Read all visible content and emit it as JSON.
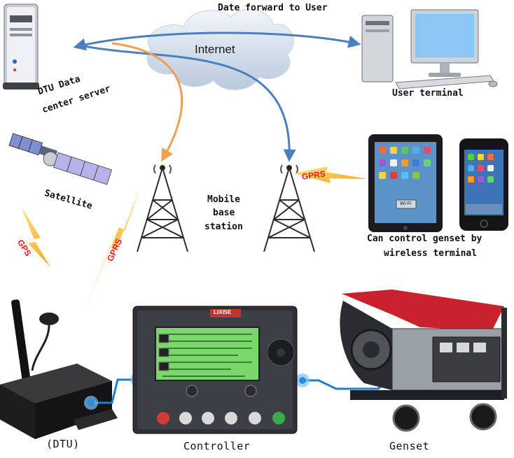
{
  "labels": {
    "date_forward": "Date forward to User",
    "internet": "Internet",
    "server_line1": "DTU Data",
    "server_line2": "center server",
    "user_terminal": "User terminal",
    "satellite": "Satellite",
    "mobile_line1": "Mobile",
    "mobile_line2": "base",
    "mobile_line3": "station",
    "wireless_line1": "Can control genset by",
    "wireless_line2": "wireless terminal",
    "dtu": "(DTU)",
    "controller": "Controller",
    "genset": "Genset",
    "gps": "GPS",
    "gprs_left": "GPRS",
    "gprs_right": "GPRS",
    "controller_brand": "LIXISE",
    "tablet_wifi": "Wi-Fi"
  },
  "colors": {
    "blue_link": "#4a7fc1",
    "orange_link": "#f0a050",
    "signal_yellow": "#f5b027",
    "tag_red": "#e0221b",
    "cable_blue": "#1e7fd0",
    "lcd_green": "#79d86a",
    "genset_red": "#c8232c"
  },
  "icons": [
    "server-icon",
    "cloud-icon",
    "user-terminal-icon",
    "satellite-icon",
    "tower-icon",
    "tablet-icon",
    "phone-icon",
    "dtu-device-icon",
    "controller-icon",
    "genset-icon",
    "lightning-icon"
  ]
}
